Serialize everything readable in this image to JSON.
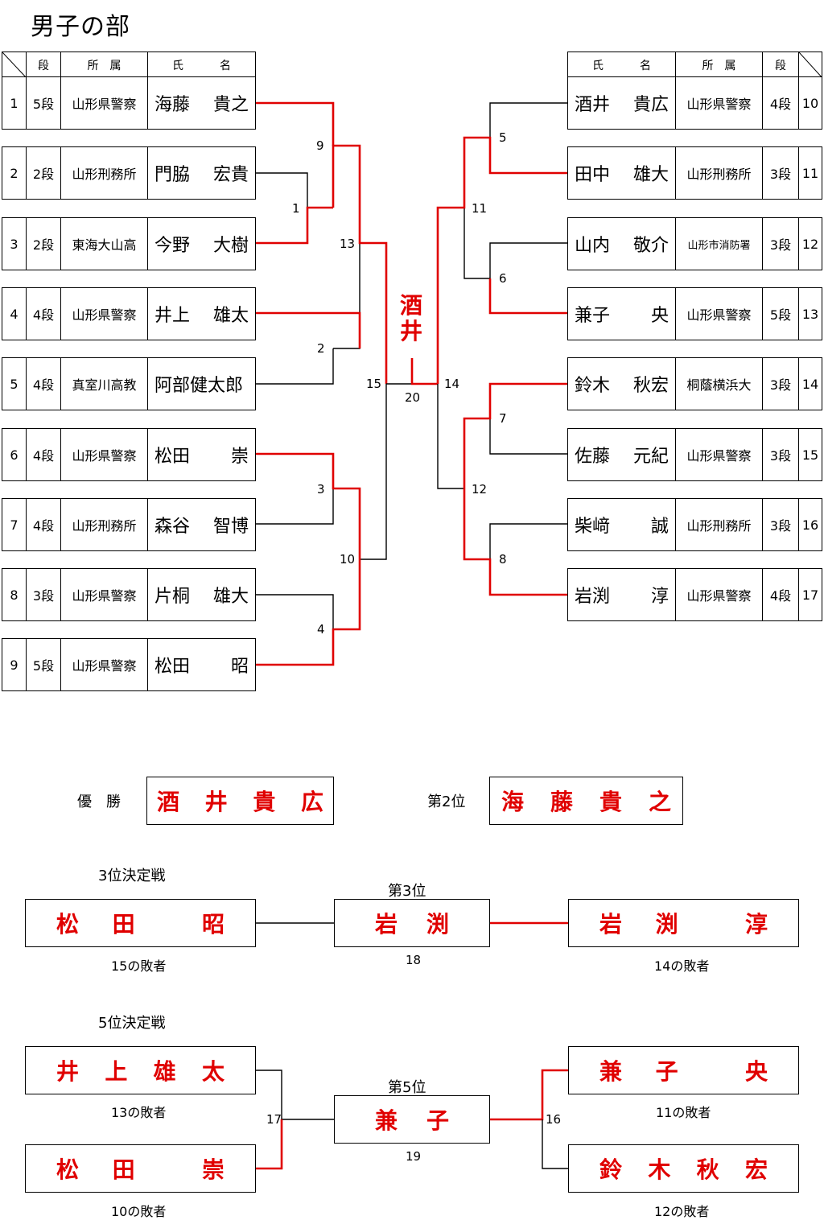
{
  "title": "男子の部",
  "left_header": {
    "rank": "段",
    "affiliation": "所　属",
    "name_a": "氏",
    "name_b": "名"
  },
  "right_header": {
    "name_a": "氏",
    "name_b": "名",
    "affiliation": "所　属",
    "rank": "段"
  },
  "left_players": [
    {
      "no": "1",
      "rank": "5段",
      "affiliation": "山形県警察",
      "sur": "海藤",
      "given": "貴之"
    },
    {
      "no": "2",
      "rank": "2段",
      "affiliation": "山形刑務所",
      "sur": "門脇",
      "given": "宏貴"
    },
    {
      "no": "3",
      "rank": "2段",
      "affiliation": "東海大山高",
      "sur": "今野",
      "given": "大樹"
    },
    {
      "no": "4",
      "rank": "4段",
      "affiliation": "山形県警察",
      "sur": "井上",
      "given": "雄太"
    },
    {
      "no": "5",
      "rank": "4段",
      "affiliation": "真室川高教",
      "sur": "阿部健太郎",
      "given": ""
    },
    {
      "no": "6",
      "rank": "4段",
      "affiliation": "山形県警察",
      "sur": "松田",
      "given": "崇"
    },
    {
      "no": "7",
      "rank": "4段",
      "affiliation": "山形刑務所",
      "sur": "森谷",
      "given": "智博"
    },
    {
      "no": "8",
      "rank": "3段",
      "affiliation": "山形県警察",
      "sur": "片桐",
      "given": "雄大"
    },
    {
      "no": "9",
      "rank": "5段",
      "affiliation": "山形県警察",
      "sur": "松田",
      "given": "昭"
    }
  ],
  "right_players": [
    {
      "no": "10",
      "rank": "4段",
      "affiliation": "山形県警察",
      "sur": "酒井",
      "given": "貴広"
    },
    {
      "no": "11",
      "rank": "3段",
      "affiliation": "山形刑務所",
      "sur": "田中",
      "given": "雄大"
    },
    {
      "no": "12",
      "rank": "3段",
      "affiliation": "山形市消防署",
      "sur": "山内",
      "given": "敬介"
    },
    {
      "no": "13",
      "rank": "5段",
      "affiliation": "山形県警察",
      "sur": "兼子",
      "given": "央"
    },
    {
      "no": "14",
      "rank": "3段",
      "affiliation": "桐蔭横浜大",
      "sur": "鈴木",
      "given": "秋宏"
    },
    {
      "no": "15",
      "rank": "3段",
      "affiliation": "山形県警察",
      "sur": "佐藤",
      "given": "元紀"
    },
    {
      "no": "16",
      "rank": "3段",
      "affiliation": "山形刑務所",
      "sur": "柴﨑",
      "given": "誠"
    },
    {
      "no": "17",
      "rank": "4段",
      "affiliation": "山形県警察",
      "sur": "岩渕",
      "given": "淳"
    }
  ],
  "match_numbers": [
    "1",
    "2",
    "3",
    "4",
    "5",
    "6",
    "7",
    "8",
    "9",
    "10",
    "11",
    "12",
    "13",
    "14",
    "15",
    "20"
  ],
  "champion_vertical": [
    "酒",
    "井"
  ],
  "winner": {
    "label": "優　勝",
    "name": [
      "酒",
      "井",
      "貴",
      "広"
    ]
  },
  "second": {
    "label": "第2位",
    "name": [
      "海",
      "藤",
      "貴",
      "之"
    ]
  },
  "third_playoff": {
    "title": "3位決定戦",
    "result_label": "第3位",
    "left": {
      "name": [
        "松",
        "田",
        "",
        "昭"
      ],
      "note": "15の敗者"
    },
    "center": {
      "name": [
        "岩",
        "渕"
      ],
      "match": "18"
    },
    "right": {
      "name": [
        "岩",
        "渕",
        "",
        "淳"
      ],
      "note": "14の敗者"
    }
  },
  "fifth_playoff": {
    "title": "5位決定戦",
    "result_label": "第5位",
    "left_top": {
      "name": [
        "井",
        "上",
        "雄",
        "太"
      ],
      "note": "13の敗者"
    },
    "left_bottom": {
      "name": [
        "松",
        "田",
        "",
        "崇"
      ],
      "note": "10の敗者"
    },
    "center": {
      "name": [
        "兼",
        "子"
      ],
      "match": "19"
    },
    "right_top": {
      "name": [
        "兼",
        "子",
        "",
        "央"
      ],
      "note": "11の敗者"
    },
    "right_bottom": {
      "name": [
        "鈴",
        "木",
        "秋",
        "宏"
      ],
      "note": "12の敗者"
    },
    "left_match": "17",
    "right_match": "16"
  },
  "colors": {
    "win_line": "#e00000",
    "line": "#000000"
  }
}
